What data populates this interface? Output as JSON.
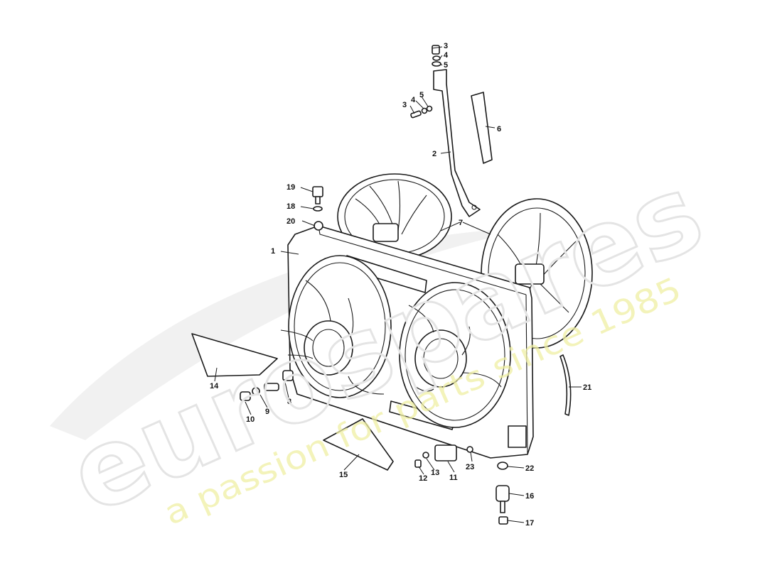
{
  "watermark": {
    "brand_text": "eurospares",
    "tagline": "a passion for parts since 1985",
    "tagline_color": "#eeee99",
    "brand_color": "#e4e4e4"
  },
  "diagram": {
    "callouts": [
      "1",
      "2",
      "3",
      "4",
      "5",
      "3",
      "4",
      "5",
      "6",
      "7",
      "8",
      "9",
      "10",
      "11",
      "12",
      "13",
      "14",
      "15",
      "16",
      "17",
      "18",
      "19",
      "20",
      "21",
      "22",
      "23"
    ]
  }
}
